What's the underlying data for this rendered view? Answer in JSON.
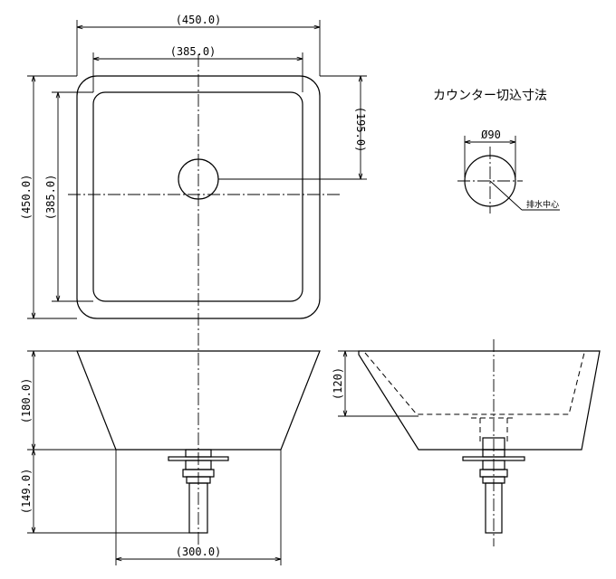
{
  "dimensions": {
    "top_outer_width": "(450.0)",
    "top_inner_width": "(385.0)",
    "side_outer_height": "(450.0)",
    "side_inner_height": "(385.0)",
    "drain_offset": "(195.0)",
    "bowl_height": "(180.0)",
    "trap_height": "(149.0)",
    "base_width": "(300.0)",
    "side_depth": "(120)"
  },
  "cutout": {
    "title": "カウンター切込寸法",
    "diameter": "Ø90",
    "drain_center": "排水中心"
  }
}
